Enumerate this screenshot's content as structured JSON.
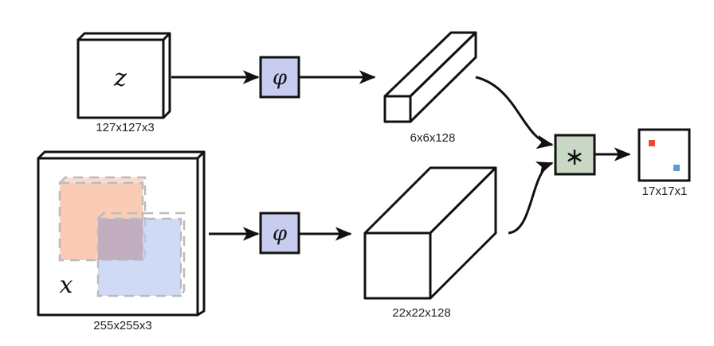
{
  "diagram": {
    "title": "Siamese fully-convolutional tracking architecture",
    "exemplar": {
      "symbol": "z",
      "size_label": "127x127x3"
    },
    "search": {
      "symbol": "x",
      "size_label": "255x255x3"
    },
    "embedding_top": {
      "symbol": "φ"
    },
    "embedding_bottom": {
      "symbol": "φ"
    },
    "feature_exemplar": {
      "size_label": "6x6x128"
    },
    "feature_search": {
      "size_label": "22x22x128"
    },
    "correlation": {
      "symbol": "∗"
    },
    "score_map": {
      "size_label": "17x17x1"
    },
    "colors": {
      "embedding_fill": "#c8cdf0",
      "correlation_fill": "#c9d8c4",
      "candidate_red": "#f0b49a",
      "candidate_blue": "#b7c6ee",
      "score_red": "#ee4a2a",
      "score_blue": "#5b9bd5"
    }
  }
}
